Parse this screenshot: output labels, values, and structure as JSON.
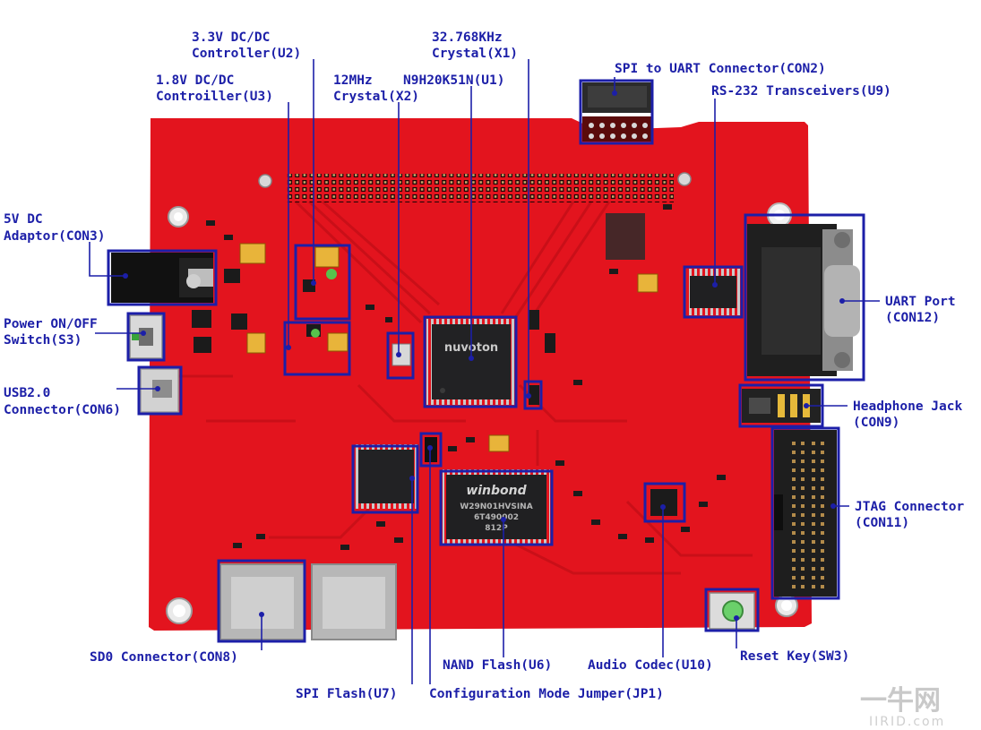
{
  "labels": {
    "u2": [
      "3.3V DC/DC",
      "Controller(U2)"
    ],
    "x1": [
      "32.768KHz",
      "Crystal(X1)"
    ],
    "u3": [
      "1.8V DC/DC",
      "Controiller(U3)"
    ],
    "x2": [
      "12MHz",
      "Crystal(X2)"
    ],
    "u1": [
      "N9H20K51N(U1)"
    ],
    "con2": [
      "SPI to UART Connector(CON2)"
    ],
    "u9": [
      "RS-232 Transceivers(U9)"
    ],
    "con3": [
      "5V DC",
      "Adaptor(CON3)"
    ],
    "con12": [
      "UART Port",
      "(CON12)"
    ],
    "s3": [
      "Power ON/OFF",
      "Switch(S3)"
    ],
    "con6": [
      "USB2.0",
      "Connector(CON6)"
    ],
    "con9": [
      "Headphone Jack",
      "(CON9)"
    ],
    "con11": [
      "JTAG Connector",
      "(CON11)"
    ],
    "con8": [
      "SD0 Connector(CON8)"
    ],
    "u6": [
      "NAND Flash(U6)"
    ],
    "u10": [
      "Audio Codec(U10)"
    ],
    "sw3": [
      "Reset Key(SW3)"
    ],
    "u7": [
      "SPI Flash(U7)"
    ],
    "jp1": [
      "Configuration Mode Jumper(JP1)"
    ]
  },
  "chips": {
    "mcu_brand": "nuvoton",
    "nand_brand": "winbond",
    "nand_part": "W29N01HVSINA",
    "nand_lot": "6T490002",
    "nand_code": "812P"
  },
  "watermark": {
    "main": "一牛网",
    "sub": "IIRID.com"
  },
  "colors": {
    "annotation": "#1c1fa8",
    "pcb": "#e3141e"
  }
}
